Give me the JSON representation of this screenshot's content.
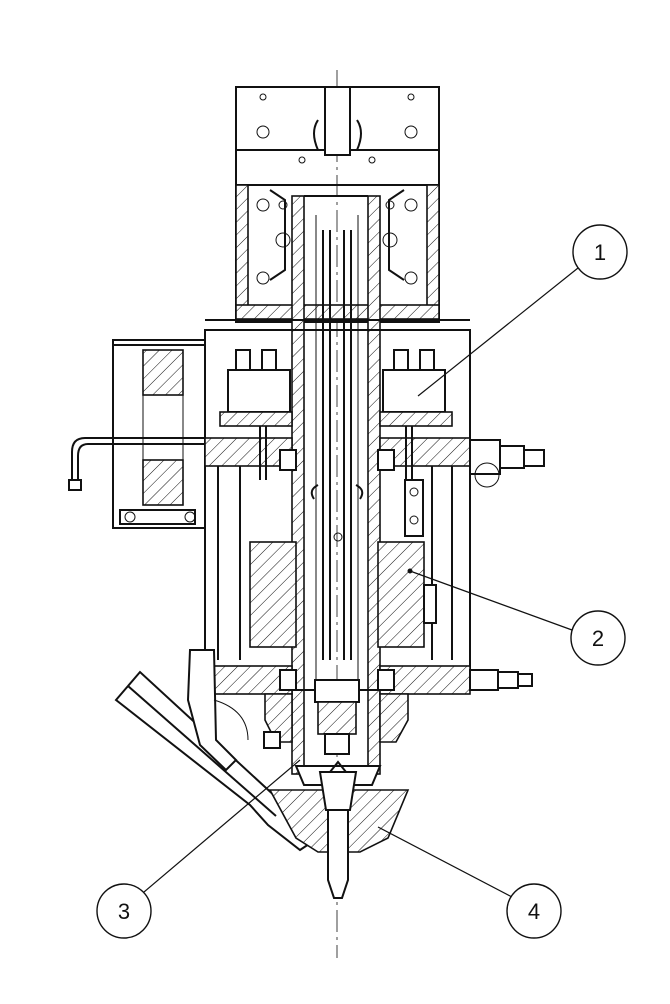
{
  "callouts": [
    {
      "number": "1",
      "target": "upper-terminal-block"
    },
    {
      "number": "2",
      "target": "magnet-coil"
    },
    {
      "number": "3",
      "target": "feed-tube"
    },
    {
      "number": "4",
      "target": "nozzle-hopper"
    }
  ],
  "colors": {
    "line": "#111111",
    "background": "#ffffff"
  }
}
